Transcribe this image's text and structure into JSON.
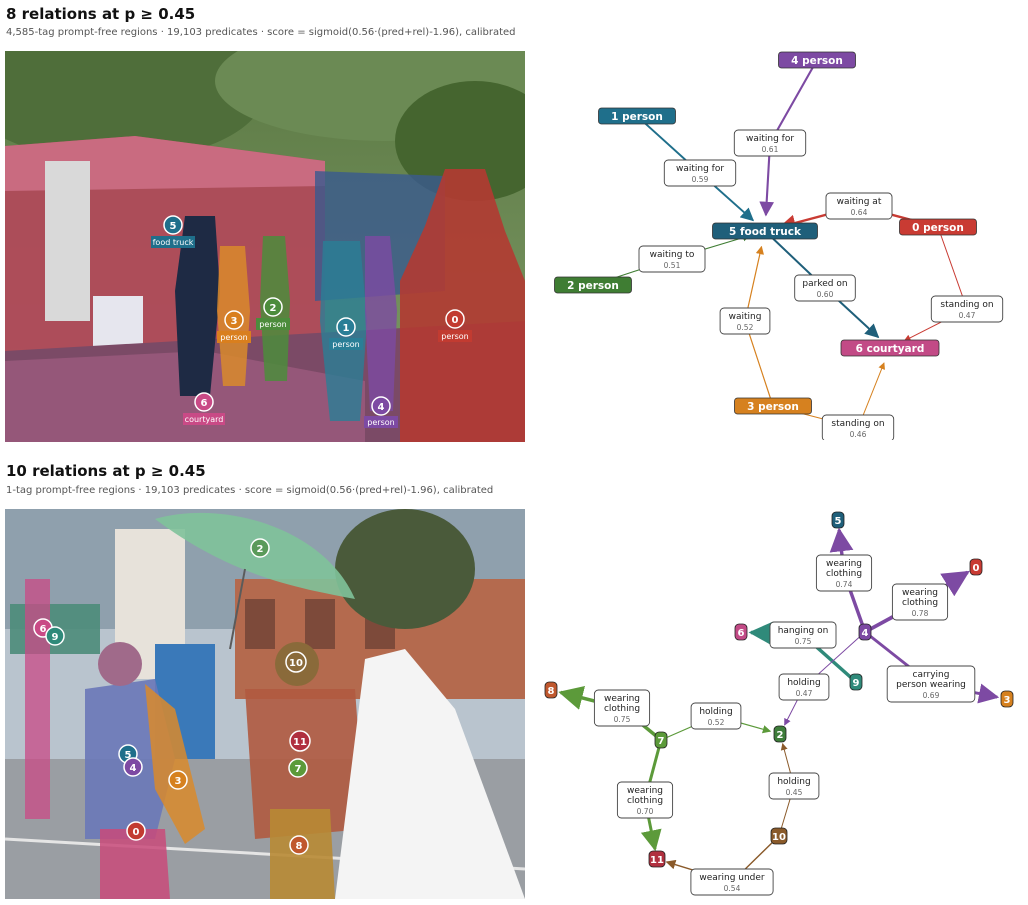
{
  "panels": [
    {
      "title": "8 relations at p ≥ 0.45",
      "subtitle": "4,585-tag prompt-free regions  ·  19,103 predicates  ·  score = sigmoid(0.56·(pred+rel)-1.96), calibrated",
      "image_markers": [
        {
          "id": "5",
          "label": "food truck",
          "color": "#1f6f8b"
        },
        {
          "id": "3",
          "label": "person",
          "color": "#d97f1e"
        },
        {
          "id": "2",
          "label": "person",
          "color": "#4c8c3c"
        },
        {
          "id": "1",
          "label": "person",
          "color": "#2a7e96"
        },
        {
          "id": "0",
          "label": "person",
          "color": "#c23b31"
        },
        {
          "id": "6",
          "label": "courtyard",
          "color": "#c94a86"
        },
        {
          "id": "4",
          "label": "person",
          "color": "#7d4aa3"
        }
      ],
      "nodes": [
        {
          "id": "n4",
          "text": "4  person",
          "color": "#7d4aa3"
        },
        {
          "id": "n1",
          "text": "1  person",
          "color": "#1f6f8b"
        },
        {
          "id": "n5",
          "text": "5  food truck",
          "color": "#1f5f7a"
        },
        {
          "id": "n0",
          "text": "0  person",
          "color": "#c93b33"
        },
        {
          "id": "n2",
          "text": "2  person",
          "color": "#3f7d33"
        },
        {
          "id": "n6",
          "text": "6  courtyard",
          "color": "#c24a86"
        },
        {
          "id": "n3",
          "text": "3  person",
          "color": "#d6811f"
        }
      ],
      "edges": [
        {
          "from": "n4",
          "to": "n5",
          "label": "waiting for",
          "score": "0.61"
        },
        {
          "from": "n1",
          "to": "n5",
          "label": "waiting for",
          "score": "0.59"
        },
        {
          "from": "n0",
          "to": "n5",
          "label": "waiting at",
          "score": "0.64"
        },
        {
          "from": "n2",
          "to": "n5",
          "label": "waiting to",
          "score": "0.51"
        },
        {
          "from": "n5",
          "to": "n6",
          "label": "parked on",
          "score": "0.60"
        },
        {
          "from": "n0",
          "to": "n6",
          "label": "standing on",
          "score": "0.47"
        },
        {
          "from": "n3",
          "to": "n5",
          "label": "waiting",
          "score": "0.52"
        },
        {
          "from": "n3",
          "to": "n6",
          "label": "standing on",
          "score": "0.46"
        }
      ]
    },
    {
      "title": "10 relations at p ≥ 0.45",
      "subtitle": "1-tag prompt-free regions  ·  19,103 predicates  ·  score = sigmoid(0.56·(pred+rel)-1.96), calibrated",
      "image_markers": [
        {
          "id": "2",
          "label": "",
          "color": "#5a9a5a"
        },
        {
          "id": "6",
          "label": "",
          "color": "#c94a86"
        },
        {
          "id": "9",
          "label": "",
          "color": "#2f8a7a"
        },
        {
          "id": "10",
          "label": "",
          "color": "#8a6a3a"
        },
        {
          "id": "5",
          "label": "",
          "color": "#1f6f8b"
        },
        {
          "id": "4",
          "label": "",
          "color": "#7d4aa3"
        },
        {
          "id": "3",
          "label": "",
          "color": "#d6811f"
        },
        {
          "id": "11",
          "label": "",
          "color": "#b0303f"
        },
        {
          "id": "7",
          "label": "",
          "color": "#5c9a3a"
        },
        {
          "id": "0",
          "label": "",
          "color": "#c23b31"
        },
        {
          "id": "8",
          "label": "",
          "color": "#c0582e"
        }
      ],
      "nodes": [
        {
          "id": "m5",
          "text": "5",
          "color": "#1f5f7a"
        },
        {
          "id": "m0",
          "text": "0",
          "color": "#c93b33"
        },
        {
          "id": "m6",
          "text": "6",
          "color": "#c24a86"
        },
        {
          "id": "m4",
          "text": "4",
          "color": "#7d4aa3"
        },
        {
          "id": "m9",
          "text": "9",
          "color": "#2f8a7a"
        },
        {
          "id": "m3",
          "text": "3",
          "color": "#d6811f"
        },
        {
          "id": "m8",
          "text": "8",
          "color": "#c0582e"
        },
        {
          "id": "m7",
          "text": "7",
          "color": "#5c9a3a"
        },
        {
          "id": "m2",
          "text": "2",
          "color": "#3e7d3a"
        },
        {
          "id": "m10",
          "text": "10",
          "color": "#8a5a2a"
        },
        {
          "id": "m11",
          "text": "11",
          "color": "#b0303f"
        }
      ],
      "edges": [
        {
          "from": "m4",
          "to": "m5",
          "label": "wearing clothing",
          "score": "0.74"
        },
        {
          "from": "m4",
          "to": "m0",
          "label": "wearing clothing",
          "score": "0.78"
        },
        {
          "from": "m9",
          "to": "m6",
          "label": "hanging on",
          "score": "0.75"
        },
        {
          "from": "m4",
          "to": "m3",
          "label": "carrying person wearing",
          "score": "0.69"
        },
        {
          "from": "m4",
          "to": "m2",
          "label": "holding",
          "score": "0.47"
        },
        {
          "from": "m7",
          "to": "m8",
          "label": "wearing clothing",
          "score": "0.75"
        },
        {
          "from": "m7",
          "to": "m2",
          "label": "holding",
          "score": "0.52"
        },
        {
          "from": "m10",
          "to": "m2",
          "label": "holding",
          "score": "0.45"
        },
        {
          "from": "m7",
          "to": "m11",
          "label": "wearing clothing",
          "score": "0.70"
        },
        {
          "from": "m10",
          "to": "m11",
          "label": "wearing under",
          "score": "0.54"
        }
      ]
    }
  ]
}
